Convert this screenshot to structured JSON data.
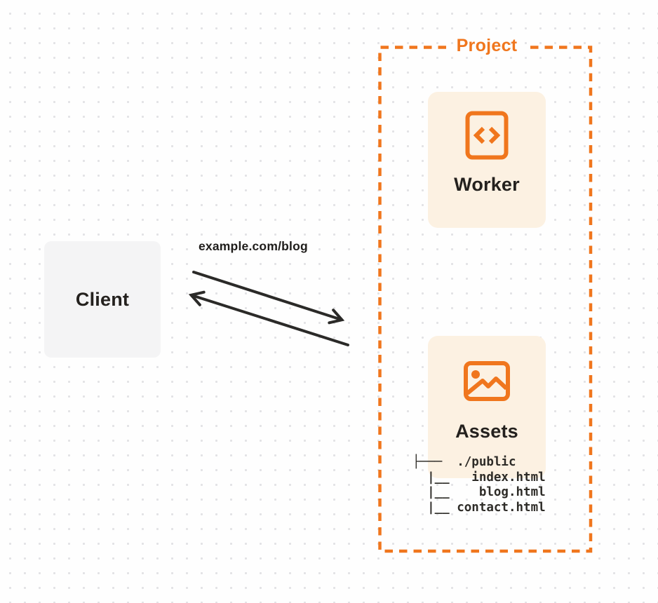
{
  "colors": {
    "orange": "#f0761d",
    "card_background": "#fcf1e2",
    "client_background": "#f4f4f5",
    "text_dark": "#24211e",
    "arrow": "#2b2a28",
    "grid_dot": "#e2e2e5"
  },
  "client": {
    "label": "Client"
  },
  "request": {
    "url_label": "example.com/blog"
  },
  "project": {
    "label": "Project",
    "worker": {
      "label": "Worker",
      "icon": "code-document-icon"
    },
    "assets": {
      "label": "Assets",
      "icon": "image-icon",
      "tree": {
        "lines": [
          "├───  ./public",
          "  |__   index.html",
          "  |__    blog.html",
          "  |__ contact.html"
        ]
      }
    }
  }
}
